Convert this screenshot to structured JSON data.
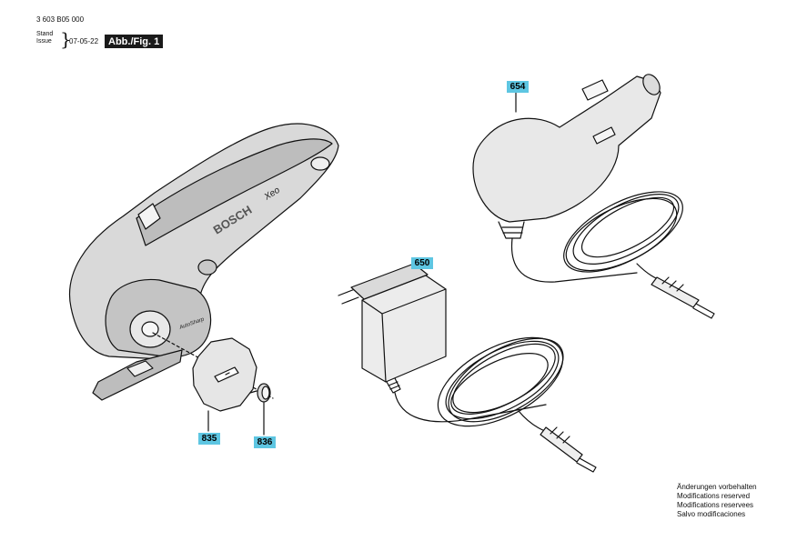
{
  "header": {
    "doc_number": "3 603 B05 000",
    "stand_label": "Stand",
    "issue_label": "Issue",
    "date": "07-05-22",
    "figure_label": "Abb./Fig. 1"
  },
  "parts": {
    "car_adapter": "654",
    "charger": "650",
    "blade": "835",
    "screw": "836"
  },
  "tool": {
    "brand": "BOSCH",
    "model": "Xeo",
    "feature": "AutoSharp"
  },
  "colors": {
    "callout": "#5ec6e2",
    "tool_body": "#dcdcdc",
    "outline": "#111111"
  },
  "footer": {
    "modifications": [
      "Änderungen vorbehalten",
      "Modifications reserved",
      "Modifications reservees",
      "Salvo modificaciones"
    ]
  }
}
